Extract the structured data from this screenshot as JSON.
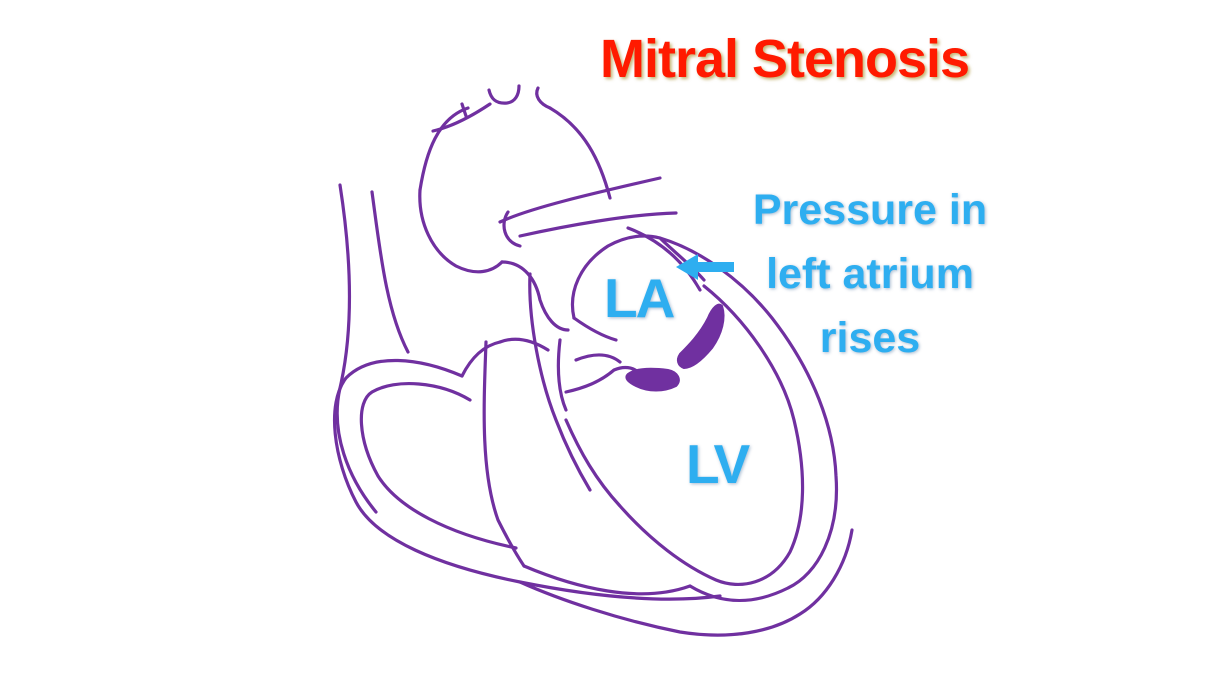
{
  "title": "Mitral Stenosis",
  "annotation": {
    "lines": [
      "Pressure in",
      "left atrium",
      "rises"
    ]
  },
  "labels": {
    "la": "LA",
    "lv": "LV"
  },
  "colors": {
    "title": "#ff1a00",
    "label": "#2eaef0",
    "outline": "#7030a0",
    "valve": "#7030a0",
    "arrow": "#2eaef0"
  },
  "icons": {
    "arrow": "arrow-left-icon"
  }
}
